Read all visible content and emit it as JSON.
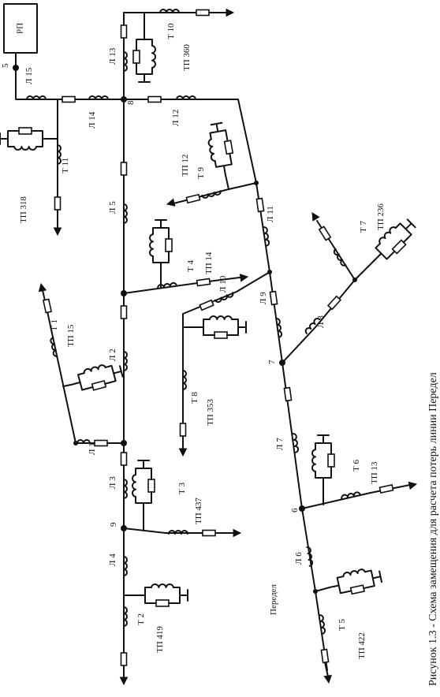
{
  "source_box": "РП",
  "nodes": [
    "5",
    "8",
    "9",
    "7",
    "6"
  ],
  "lines": [
    "Л 15",
    "Л 14",
    "Л 13",
    "Л 12",
    "Л 11",
    "Л 10",
    "Л 9",
    "Л 8",
    "Л 7",
    "Л 6",
    "Л 5",
    "Л 4",
    "Л 3",
    "Л 2",
    "Л 1"
  ],
  "transformers": [
    "Т 10",
    "Т 11",
    "Т 9",
    "Т 7",
    "Т 4",
    "Т 1",
    "Т 8",
    "Т 3",
    "Т 6",
    "Т 2",
    "Т 5"
  ],
  "substations": [
    "ТП 360",
    "ТП 318",
    "ТП 12",
    "ТП 236",
    "ТП 14",
    "ТП 15",
    "ТП 353",
    "ТП 437",
    "ТП 13",
    "ТП 419",
    "ТП 422"
  ],
  "region_label": "Передел",
  "caption": "Рисунок 1.3 - Схема замещения для расчета потерь линии Передел"
}
